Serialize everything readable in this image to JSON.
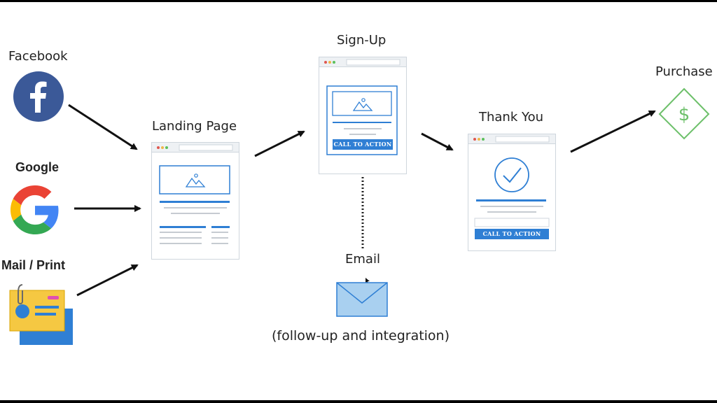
{
  "colors": {
    "accent_blue": "#2f7fd4",
    "facebook_blue": "#3b5998",
    "purchase_green": "#6dc06a",
    "envelope_blue": "#a9d0f0"
  },
  "sources": {
    "facebook": {
      "label": "Facebook",
      "icon": "facebook-icon"
    },
    "google": {
      "label": "Google",
      "icon": "google-icon"
    },
    "mail_print": {
      "label": "Mail / Print",
      "icon": "mail-print-card-icon"
    }
  },
  "stages": {
    "landing": {
      "label": "Landing Page"
    },
    "signup": {
      "label": "Sign-Up",
      "cta": "CALL TO ACTION"
    },
    "thankyou": {
      "label": "Thank You",
      "cta": "CALL TO ACTION"
    },
    "purchase": {
      "label": "Purchase",
      "icon": "dollar-diamond-icon"
    }
  },
  "email": {
    "label": "Email",
    "caption": "(follow-up and integration)",
    "icon": "envelope-icon"
  }
}
